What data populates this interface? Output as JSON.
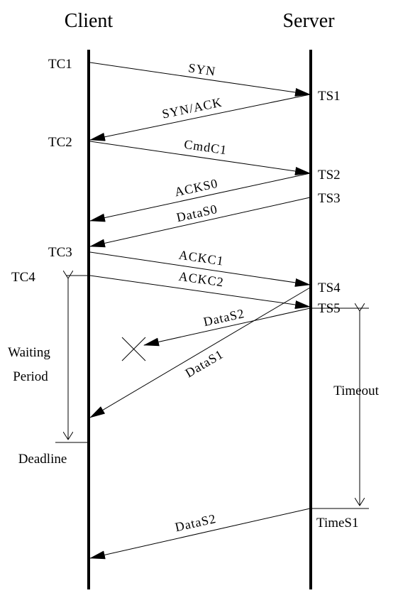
{
  "participants": {
    "client": "Client",
    "server": "Server"
  },
  "client_times": {
    "tc1": "TC1",
    "tc2": "TC2",
    "tc3": "TC3",
    "tc4": "TC4"
  },
  "server_times": {
    "ts1": "TS1",
    "ts2": "TS2",
    "ts3": "TS3",
    "ts4": "TS4",
    "ts5": "TS5",
    "times1": "TimeS1"
  },
  "messages": {
    "syn": "SYN",
    "synack": "SYN/ACK",
    "cmdc1": "CmdC1",
    "acks0": "ACKS0",
    "datas0": "DataS0",
    "ackc1": "ACKC1",
    "ackc2": "ACKC2",
    "datas2_lost": "DataS2",
    "datas1": "DataS1",
    "datas2_retx": "DataS2"
  },
  "annotations": {
    "waiting_line1": "Waiting",
    "waiting_line2": "Period",
    "deadline": "Deadline",
    "timeout": "Timeout"
  },
  "colors": {
    "line": "#000000",
    "background": "#ffffff"
  }
}
